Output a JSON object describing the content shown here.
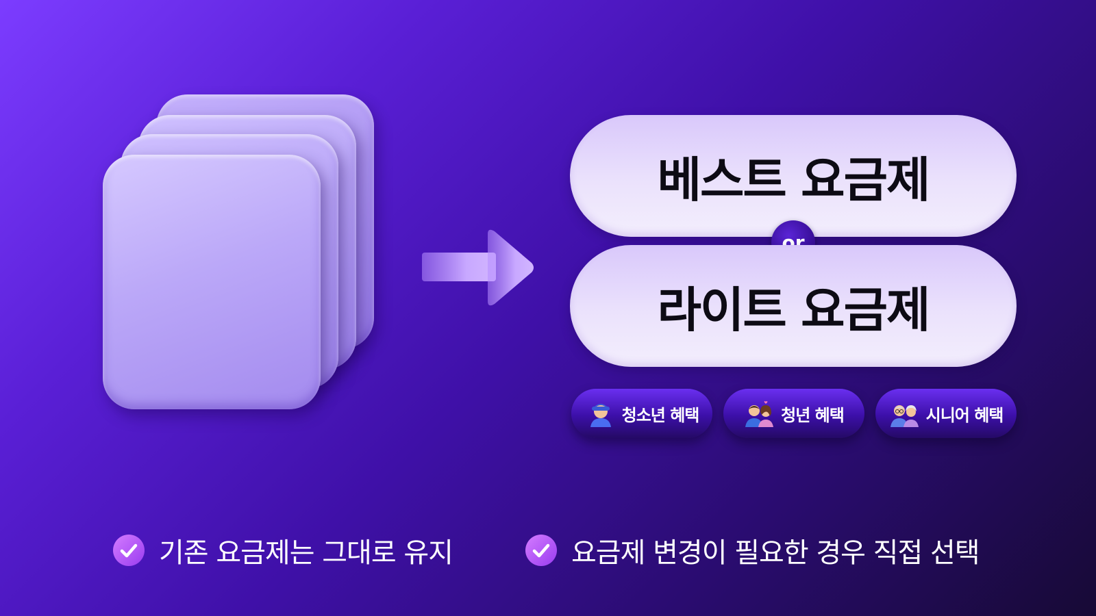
{
  "plans": {
    "best": "베스트 요금제",
    "or": "or",
    "lite": "라이트 요금제"
  },
  "benefits": [
    {
      "label": "청소년 혜택",
      "icon": "teen-emoji-icon"
    },
    {
      "label": "청년 혜택",
      "icon": "couple-emoji-icon"
    },
    {
      "label": "시니어 혜택",
      "icon": "senior-couple-emoji-icon"
    }
  ],
  "notes": [
    {
      "text": "기존 요금제는 그대로 유지",
      "icon": "check-icon"
    },
    {
      "text": "요금제 변경이 필요한 경우 직접 선택",
      "icon": "check-icon"
    }
  ],
  "colors": {
    "background_start": "#7c3cff",
    "background_end": "#170a35",
    "pill": "#ebe2fc",
    "chip": "#3c0fa8",
    "check": "#b45cf5"
  }
}
